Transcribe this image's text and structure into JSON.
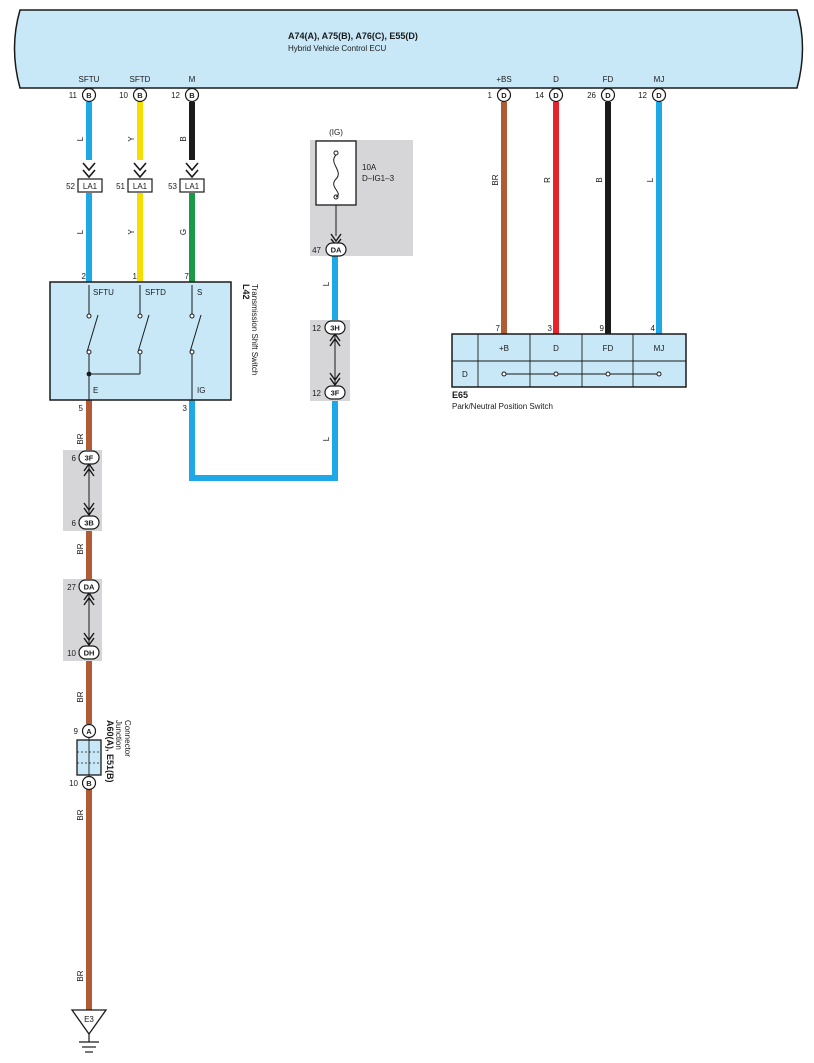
{
  "colors": {
    "panel_fill": "#c8e8f8",
    "splice_bg": "#d6d6d8",
    "wire_L": "#1ea8e6",
    "wire_Y": "#f4df00",
    "wire_B": "#1a1a1a",
    "wire_G": "#1a9a48",
    "wire_BR": "#b05a36",
    "wire_R": "#e8222a"
  },
  "ecu": {
    "code": "A74(A), A75(B), A76(C), E55(D)",
    "name": "Hybrid Vehicle Control ECU",
    "terminals": [
      {
        "name": "SFTU",
        "pin": "11",
        "conn": "B"
      },
      {
        "name": "SFTD",
        "pin": "10",
        "conn": "B"
      },
      {
        "name": "M",
        "pin": "12",
        "conn": "B"
      },
      {
        "name": "+BS",
        "pin": "1",
        "conn": "D"
      },
      {
        "name": "D",
        "pin": "14",
        "conn": "D"
      },
      {
        "name": "FD",
        "pin": "26",
        "conn": "D"
      },
      {
        "name": "MJ",
        "pin": "12",
        "conn": "D"
      }
    ]
  },
  "wire_codes": {
    "sftu_top": "L",
    "sftd_top": "Y",
    "m_top": "B",
    "sftu_low": "L",
    "sftd_low": "Y",
    "m_low": "G",
    "bs": "BR",
    "d": "R",
    "fd": "B",
    "mj": "L",
    "fuse_out": "L",
    "ig_out": "L",
    "e_1": "BR",
    "e_2": "BR",
    "e_3": "BR",
    "e_4": "BR",
    "e_5": "BR"
  },
  "la1_connectors": [
    {
      "pin": "52",
      "label": "LA1"
    },
    {
      "pin": "51",
      "label": "LA1"
    },
    {
      "pin": "53",
      "label": "LA1"
    }
  ],
  "shift_switch": {
    "code": "L42",
    "name": "Transmission Shift Switch",
    "term_sftu": "SFTU",
    "term_sftd": "SFTD",
    "term_s": "S",
    "term_e": "E",
    "term_ig": "IG",
    "pin_sftu": "2",
    "pin_sftd": "1",
    "pin_s": "7",
    "pin_e": "5",
    "pin_ig": "3"
  },
  "fuse": {
    "supply": "(IG)",
    "rating": "10A",
    "name": "D–IG1–3",
    "out_pin": "47",
    "out_conn": "DA"
  },
  "splice_ig": {
    "top_pin": "12",
    "top_conn": "3H",
    "bot_pin": "12",
    "bot_conn": "3F"
  },
  "splice_e1": {
    "top_pin": "6",
    "top_conn": "3F",
    "bot_pin": "6",
    "bot_conn": "3B"
  },
  "splice_e2": {
    "top_pin": "27",
    "top_conn": "DA",
    "bot_pin": "10",
    "bot_conn": "DH"
  },
  "junction": {
    "code": "A60(A), E51(B)",
    "name_line1": "Junction",
    "name_line2": "Connector",
    "top_pin": "9",
    "top_conn": "A",
    "bot_pin": "10",
    "bot_conn": "B"
  },
  "ground": {
    "label": "E3"
  },
  "pnp_switch": {
    "code": "E65",
    "name": "Park/Neutral Position Switch",
    "headers": [
      "+B",
      "D",
      "FD",
      "MJ"
    ],
    "row_label": "D",
    "pins": [
      "7",
      "3",
      "9",
      "4"
    ]
  }
}
